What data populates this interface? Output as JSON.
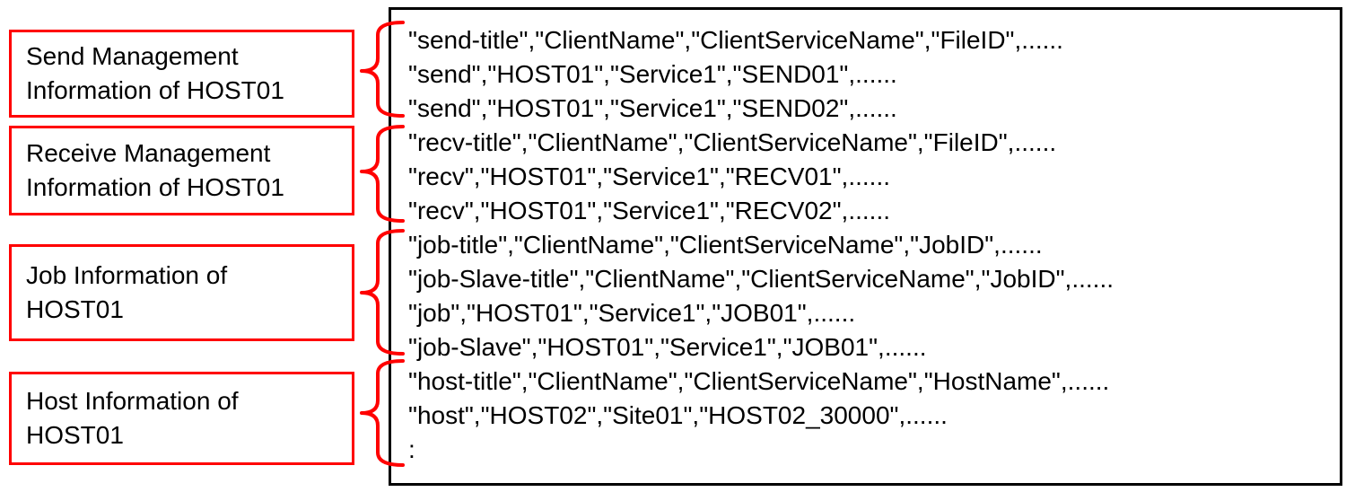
{
  "figure": {
    "background_color": "#ffffff",
    "accent_color": "#ff0000",
    "border_color": "#000000"
  },
  "labels": [
    {
      "name": "send-management",
      "lines": [
        "Send Management",
        "Information of HOST01"
      ]
    },
    {
      "name": "receive-management",
      "lines": [
        "Receive Management",
        "Information of HOST01"
      ]
    },
    {
      "name": "job-information",
      "lines": [
        "Job Information of",
        "HOST01"
      ]
    },
    {
      "name": "host-information",
      "lines": [
        "Host Information of",
        "HOST01"
      ]
    }
  ],
  "output": {
    "lines": [
      "\"send-title\",\"ClientName\",\"ClientServiceName\",\"FileID\",......",
      "\"send\",\"HOST01\",\"Service1\",\"SEND01\",......",
      "\"send\",\"HOST01\",\"Service1\",\"SEND02\",......",
      "\"recv-title\",\"ClientName\",\"ClientServiceName\",\"FileID\",......",
      "\"recv\",\"HOST01\",\"Service1\",\"RECV01\",......",
      "\"recv\",\"HOST01\",\"Service1\",\"RECV02\",......",
      "\"job-title\",\"ClientName\",\"ClientServiceName\",\"JobID\",......",
      "\"job-Slave-title\",\"ClientName\",\"ClientServiceName\",\"JobID\",......",
      "\"job\",\"HOST01\",\"Service1\",\"JOB01\",......",
      "\"job-Slave\",\"HOST01\",\"Service1\",\"JOB01\",......",
      "\"host-title\",\"ClientName\",\"ClientServiceName\",\"HostName\",......",
      "\"host\",\"HOST02\",\"Site01\",\"HOST02_30000\",......",
      ":"
    ]
  }
}
